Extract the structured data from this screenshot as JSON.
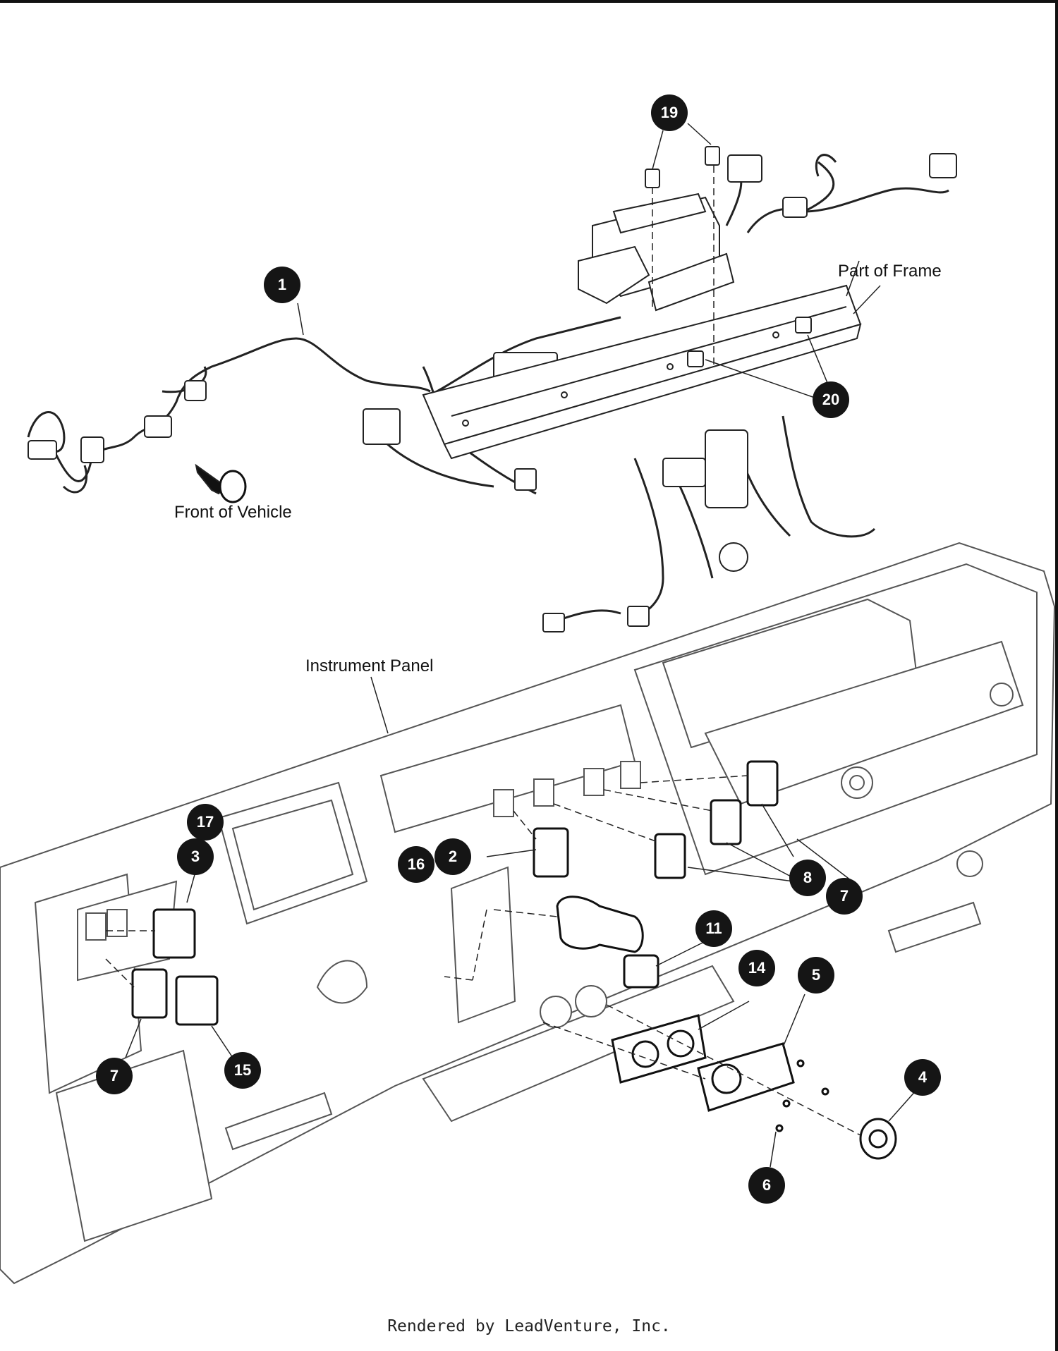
{
  "labels": {
    "part_of_frame": "Part of Frame",
    "front_of_vehicle": "Front of Vehicle",
    "instrument_panel": "Instrument Panel"
  },
  "callouts": [
    "1",
    "19",
    "20",
    "17",
    "3",
    "16",
    "2",
    "8",
    "7",
    "11",
    "14",
    "5",
    "4",
    "7",
    "15",
    "6"
  ],
  "footer": "Rendered by LeadVenture, Inc.",
  "colors": {
    "callout_fill": "#151515",
    "callout_text": "#ffffff",
    "line": "#222222"
  }
}
